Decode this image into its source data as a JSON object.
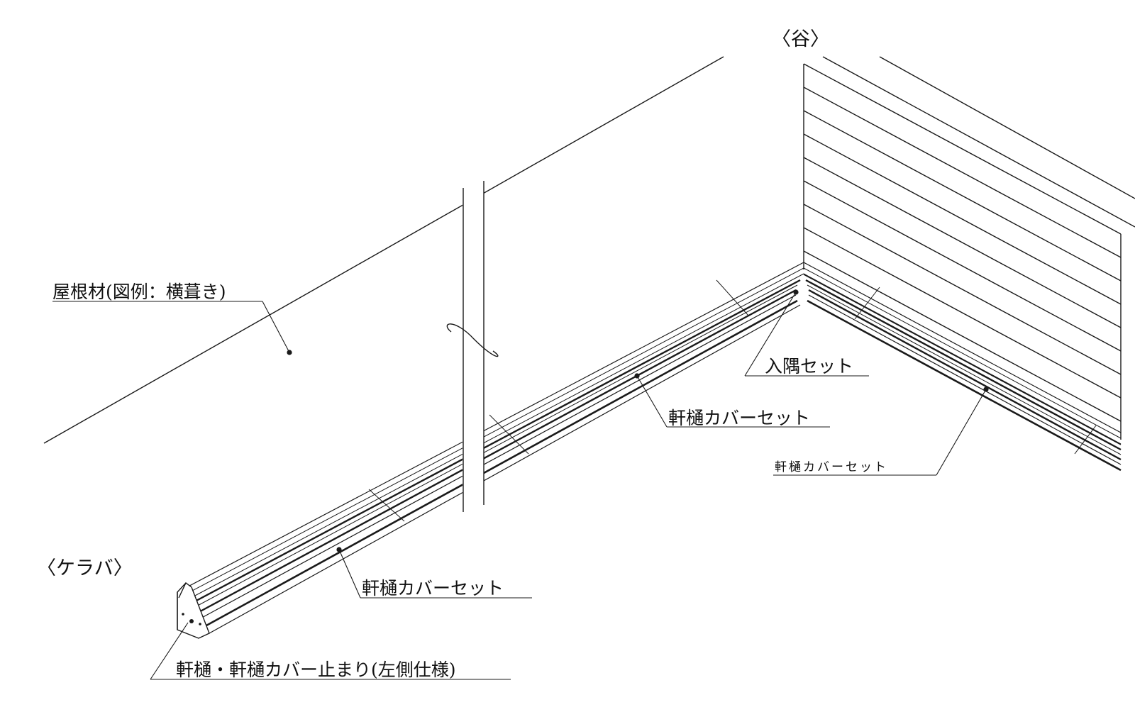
{
  "labels": {
    "valley": "〈谷〉",
    "gable": "〈ケラバ〉",
    "roof_material": "屋根材(図例：横葺き)",
    "inside_corner_set": "入隅セット",
    "gutter_cover_set_center": "軒樋カバーセット",
    "gutter_cover_set_left": "軒樋カバーセット",
    "gutter_cover_set_right": "軒樋カバーセット",
    "gutter_end_stop": "軒樋・軒樋カバー止まり(左側仕様)"
  },
  "colors": {
    "line": "#1a1a1a",
    "background": "#ffffff"
  }
}
